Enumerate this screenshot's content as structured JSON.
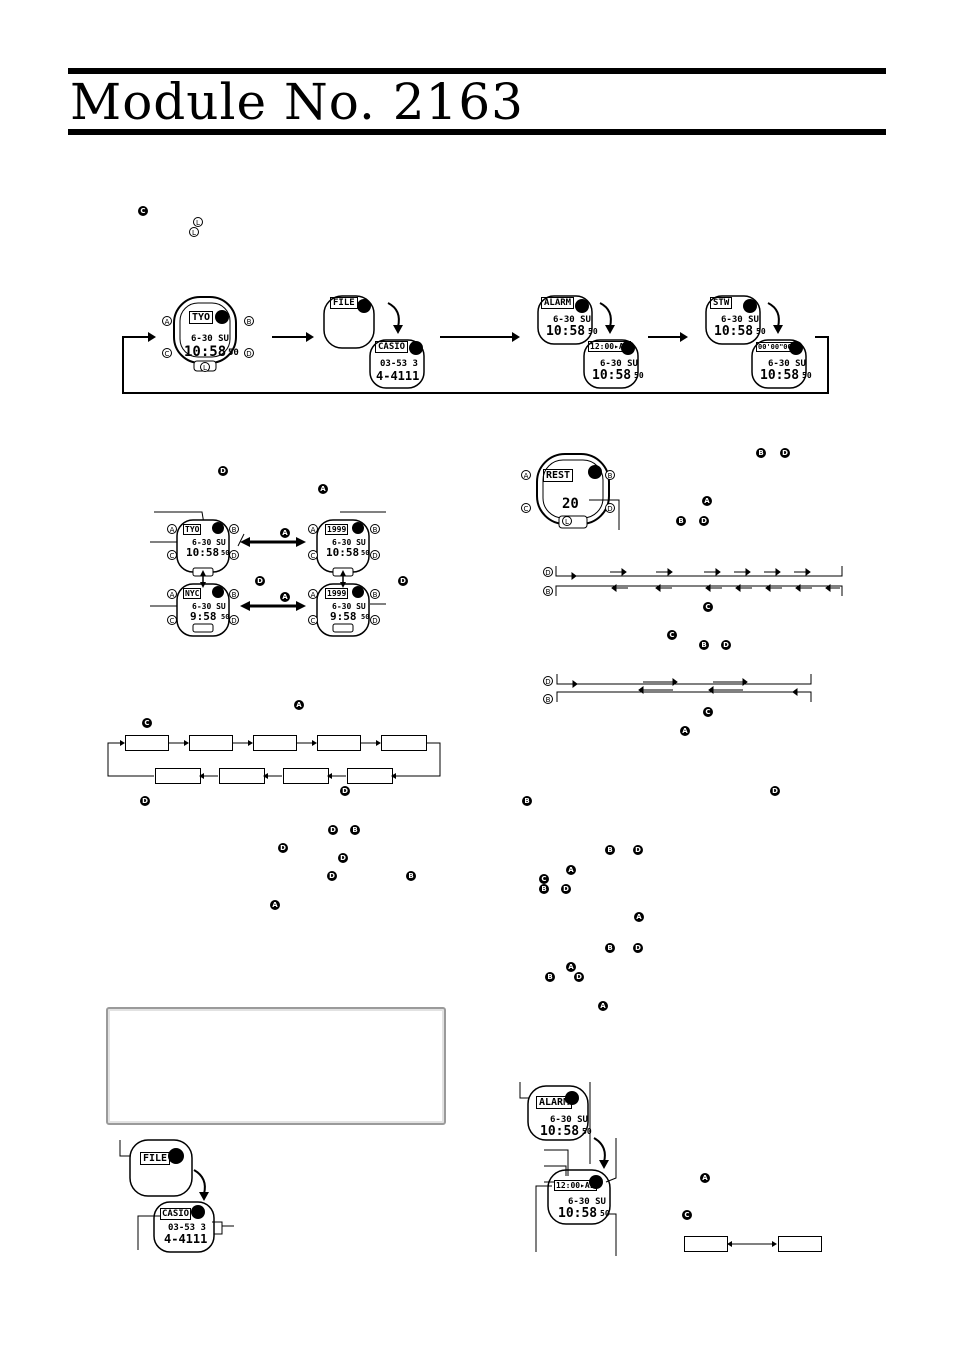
{
  "title": "Module No. 2163",
  "buttons": {
    "a": "A",
    "b": "B",
    "c": "C",
    "d": "D",
    "l": "L"
  },
  "mode_cycle": {
    "timekeeping": {
      "city": "TYO",
      "date": "6-30 SU",
      "time": "10:58",
      "seconds": "50"
    },
    "data_bank": {
      "label": "FILE",
      "name": "CASIO",
      "number": "03-53 3",
      "number2": "4-4111"
    },
    "alarm": {
      "label": "ALARM",
      "date": "6-30 SU",
      "time": "10:58",
      "seconds": "50",
      "alarm_time": "12:00",
      "alarm_flag": "AL",
      "date2": "6-30 SU",
      "time2": "10:58",
      "seconds2": "50"
    },
    "stopwatch": {
      "label": "STW",
      "elapsed": "00'00\"00",
      "date": "6-30 SU",
      "time": "10:58",
      "seconds": "50",
      "date2": "6-30 SU",
      "time2": "10:58",
      "seconds2": "50"
    }
  },
  "world_time": {
    "tyo": {
      "city": "TYO",
      "date": "6-30 SU",
      "time": "10:58",
      "seconds": "50"
    },
    "year_top": {
      "year": "1999",
      "date": "6-30 SU",
      "time": "10:58",
      "seconds": "50"
    },
    "nyc": {
      "city": "NYC",
      "date": "6-30 SU",
      "time": "9:58",
      "seconds": "50"
    },
    "year_bottom": {
      "year": "1999",
      "date": "6-30 SU",
      "time": "9:58",
      "seconds": "50"
    }
  },
  "rest_watch": {
    "label": "REST",
    "value": "20"
  },
  "alarm_detail": {
    "label": "ALARM",
    "date": "6-30 SU",
    "time": "10:58",
    "seconds": "50",
    "alarm_time": "12:00",
    "alarm_flag": "AL",
    "date2": "6-30 SU",
    "time2": "10:58",
    "seconds2": "50"
  },
  "file_detail": {
    "label": "FILE",
    "name": "CASIO",
    "number": "03-53 3",
    "number2": "4-4111"
  }
}
